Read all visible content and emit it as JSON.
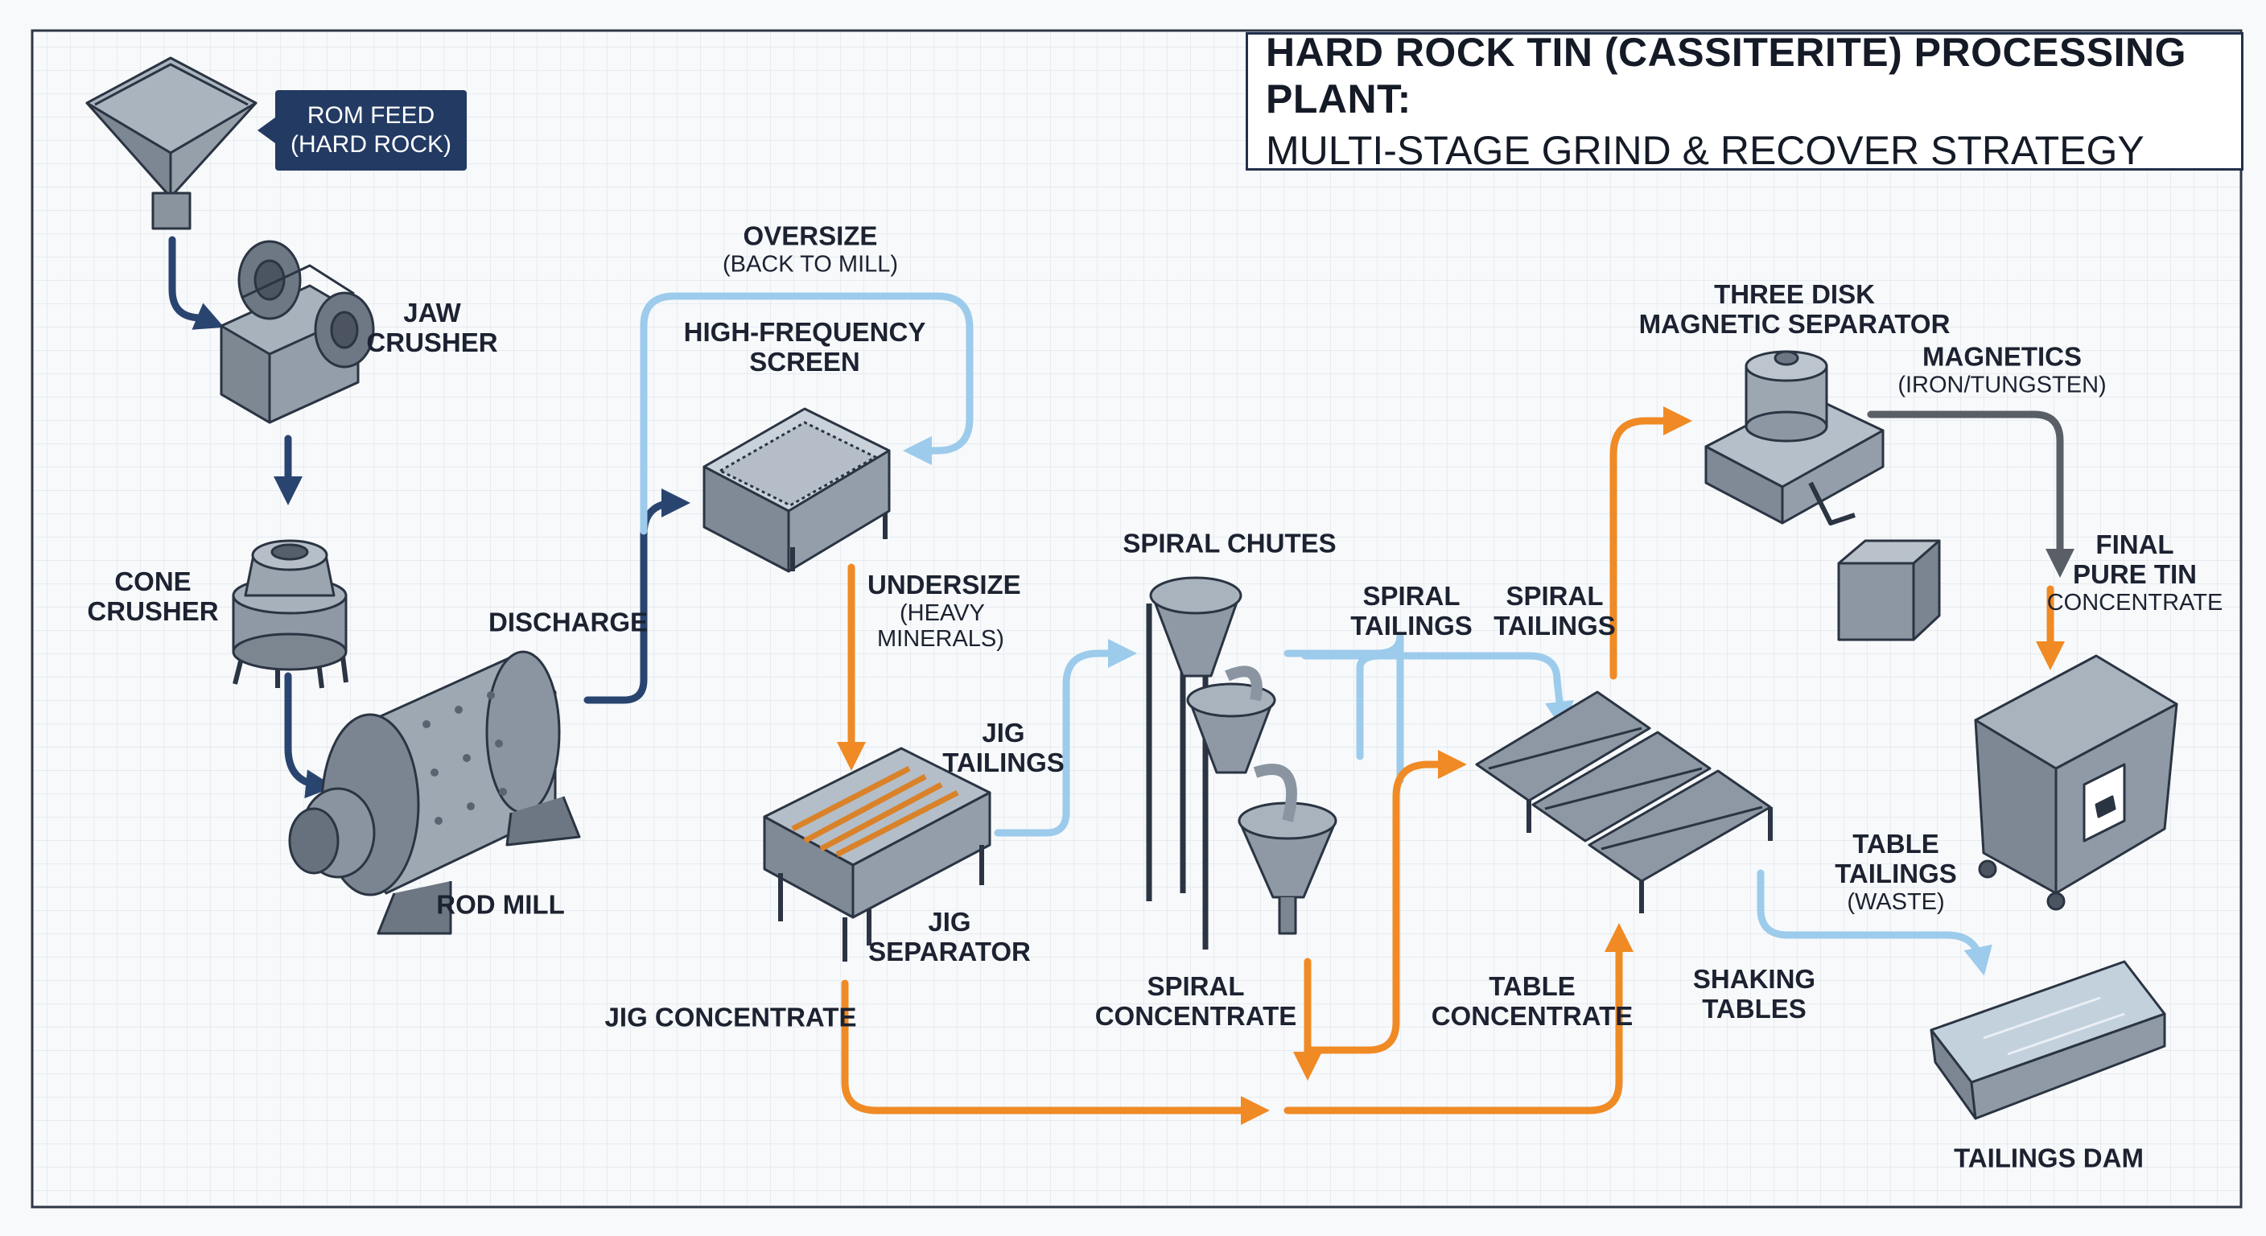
{
  "title": {
    "main": "HARD ROCK TIN (CASSITERITE) PROCESSING PLANT:",
    "sub": "MULTI-STAGE GRIND & RECOVER STRATEGY"
  },
  "colors": {
    "product_flow": "#f08a24",
    "recycle_flow": "#9ccbeb",
    "primary_flow": "#2a4470",
    "magnetics_flow": "#5a5e66",
    "equipment": "#8a939e",
    "outline": "#2b3442",
    "grid": "#d4dbe3"
  },
  "labels": {
    "rom_feed": {
      "line1": "ROM FEED",
      "line2": "(HARD ROCK)"
    },
    "jaw_crusher": {
      "line1": "JAW",
      "line2": "CRUSHER"
    },
    "cone_crusher": {
      "line1": "CONE",
      "line2": "CRUSHER"
    },
    "rod_mill": "ROD MILL",
    "discharge": "DISCHARGE",
    "oversize": {
      "title": "OVERSIZE",
      "note": "(BACK TO MILL)"
    },
    "screen": {
      "line1": "HIGH-FREQUENCY",
      "line2": "SCREEN"
    },
    "undersize": {
      "title": "UNDERSIZE",
      "note1": "(HEAVY",
      "note2": "MINERALS)"
    },
    "jig_tailings": {
      "line1": "JIG",
      "line2": "TAILINGS"
    },
    "jig_separator": {
      "line1": "JIG",
      "line2": "SEPARATOR"
    },
    "jig_concentrate": "JIG CONCENTRATE",
    "spiral_chutes": "SPIRAL CHUTES",
    "spiral_tailings_1": {
      "line1": "SPIRAL",
      "line2": "TAILINGS"
    },
    "spiral_tailings_2": {
      "line1": "SPIRAL",
      "line2": "TAILINGS"
    },
    "spiral_concentrate": {
      "line1": "SPIRAL",
      "line2": "CONCENTRATE"
    },
    "table_concentrate": {
      "line1": "TABLE",
      "line2": "CONCENTRATE"
    },
    "shaking_tables": {
      "line1": "SHAKING",
      "line2": "TABLES"
    },
    "table_tailings": {
      "line1": "TABLE",
      "line2": "TAILINGS",
      "note": "(WASTE)"
    },
    "tailings_dam": "TAILINGS DAM",
    "magnetic_separator": {
      "line1": "THREE DISK",
      "line2": "MAGNETIC SEPARATOR"
    },
    "magnetics": {
      "title": "MAGNETICS",
      "note": "(IRON/TUNGSTEN)"
    },
    "final_product": {
      "line1": "FINAL",
      "line2": "PURE TIN",
      "note": "CONCENTRATE"
    }
  }
}
